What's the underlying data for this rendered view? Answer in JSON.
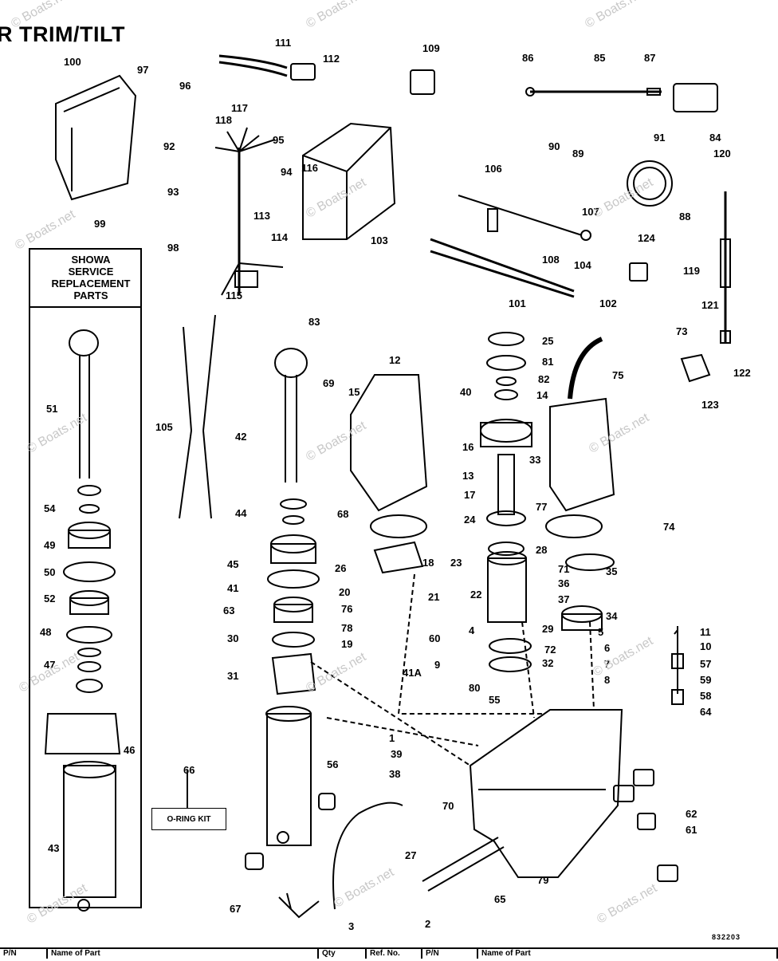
{
  "title": "R TRIM/TILT",
  "showa_box": "SHOWA\nSERVICE\nREPLACEMENT\nPARTS",
  "kit_label": "O-RING KIT",
  "figure_number": "832203",
  "watermark": "© Boats.net",
  "footer_columns": [
    "P/N",
    "Name of Part",
    "Qty",
    "Ref. No.",
    "P/N",
    "Name of Part"
  ],
  "callouts": [
    "111",
    "112",
    "109",
    "86",
    "85",
    "87",
    "100",
    "97",
    "96",
    "92",
    "93",
    "99",
    "98",
    "117",
    "118",
    "116",
    "95",
    "94",
    "113",
    "114",
    "115",
    "84",
    "91",
    "90",
    "89",
    "88",
    "107",
    "106",
    "108",
    "103",
    "101",
    "104",
    "102",
    "120",
    "119",
    "121",
    "122",
    "123",
    "124",
    "83",
    "105",
    "51",
    "54",
    "49",
    "50",
    "52",
    "48",
    "47",
    "46",
    "43",
    "42",
    "44",
    "45",
    "41",
    "63",
    "30",
    "31",
    "12",
    "69",
    "15",
    "40",
    "16",
    "13",
    "17",
    "24",
    "68",
    "26",
    "20",
    "76",
    "78",
    "19",
    "18",
    "21",
    "23",
    "22",
    "60",
    "4",
    "9",
    "41A",
    "80",
    "55",
    "1",
    "39",
    "38",
    "56",
    "66",
    "67",
    "3",
    "2",
    "70",
    "27",
    "65",
    "79",
    "25",
    "81",
    "82",
    "14",
    "33",
    "77",
    "28",
    "29",
    "72",
    "32",
    "75",
    "73",
    "74",
    "71",
    "35",
    "36",
    "37",
    "34",
    "5",
    "6",
    "7",
    "8",
    "11",
    "10",
    "57",
    "59",
    "58",
    "64",
    "62",
    "61"
  ]
}
